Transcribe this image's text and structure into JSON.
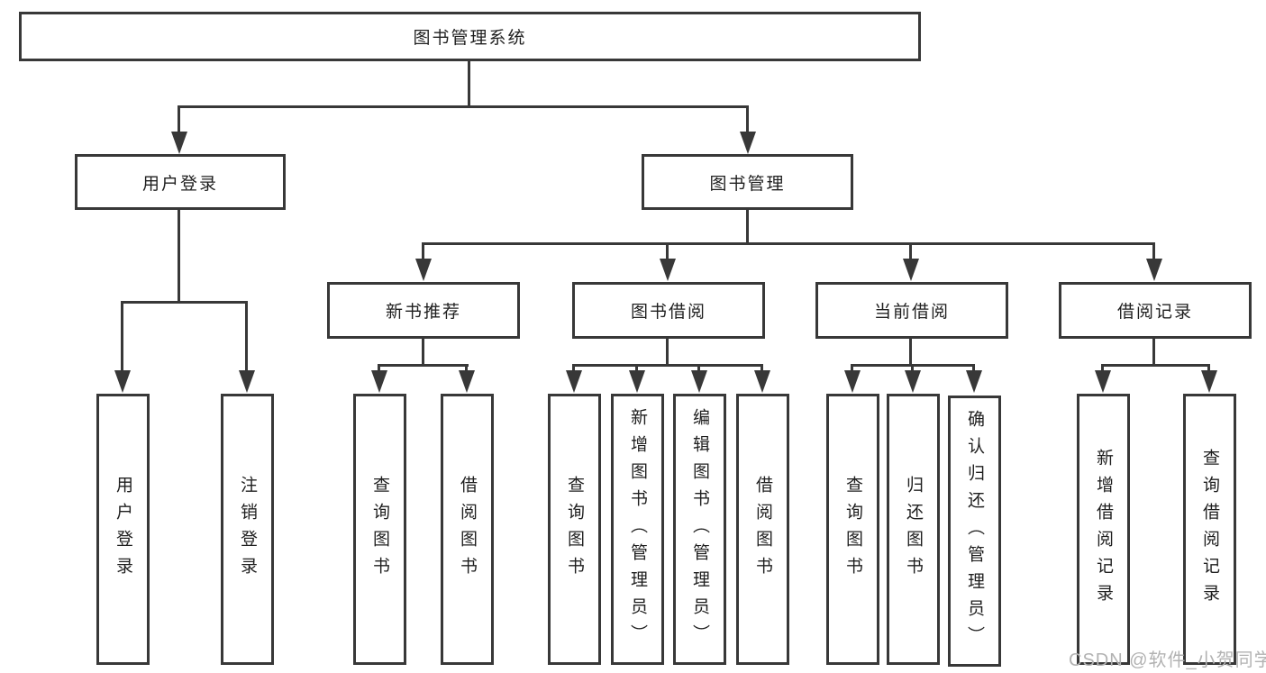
{
  "diagram": {
    "root": {
      "label": "图书管理系统"
    },
    "branches": [
      {
        "label": "用户登录",
        "children": [
          {
            "label": "用户登录"
          },
          {
            "label": "注销登录"
          }
        ]
      },
      {
        "label": "图书管理",
        "children": [
          {
            "label": "新书推荐",
            "children": [
              {
                "label": "查询图书"
              },
              {
                "label": "借阅图书"
              }
            ]
          },
          {
            "label": "图书借阅",
            "children": [
              {
                "label": "查询图书"
              },
              {
                "label": "新增图书（管理员）"
              },
              {
                "label": "编辑图书（管理员）"
              },
              {
                "label": "借阅图书"
              }
            ]
          },
          {
            "label": "当前借阅",
            "children": [
              {
                "label": "查询图书"
              },
              {
                "label": "归还图书"
              },
              {
                "label": "确认归还（管理员）"
              }
            ]
          },
          {
            "label": "借阅记录",
            "children": [
              {
                "label": "新增借阅记录"
              },
              {
                "label": "查询借阅记录"
              }
            ]
          }
        ]
      }
    ]
  },
  "watermark": {
    "text": "CSDN @软件_小贺同学"
  },
  "colors": {
    "line": "#383838",
    "text": "#1f1f1f",
    "watermark": "#b2b2b2",
    "background": "#ffffff"
  }
}
